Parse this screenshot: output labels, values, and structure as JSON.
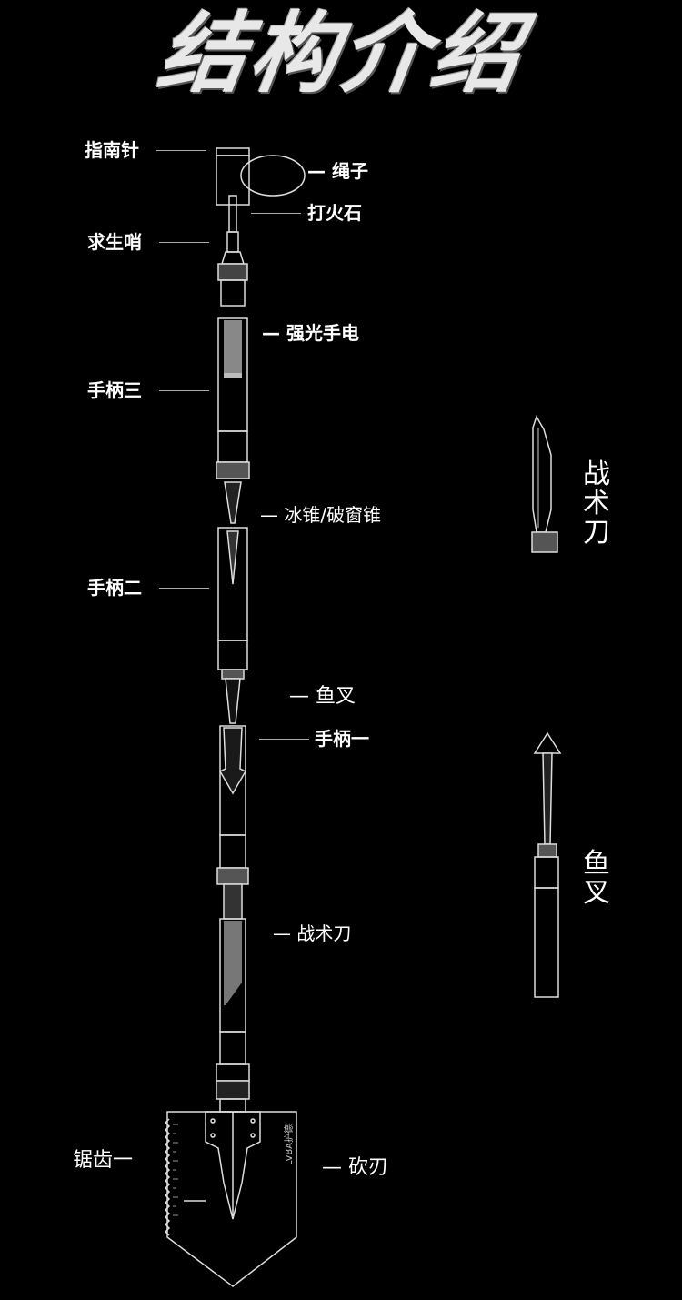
{
  "title": "结构介绍",
  "labels_left": {
    "compass": "指南针",
    "whistle": "求生哨",
    "handle3": "手柄三",
    "handle2": "手柄二",
    "saw": "锯齿一"
  },
  "labels_right": {
    "rope": "— 绳子",
    "flint": "打火石",
    "flashlight": "— 强光手电",
    "ice_pick": "— 冰锥/破窗锥",
    "fork": "— 鱼叉",
    "handle1": "手柄一",
    "knife": "— 战术刀",
    "chop": "— 砍刃"
  },
  "shovel_brand": "LVBA护德",
  "detail_knife": [
    "战",
    "术",
    "刀"
  ],
  "detail_fork": [
    "鱼",
    "叉"
  ]
}
